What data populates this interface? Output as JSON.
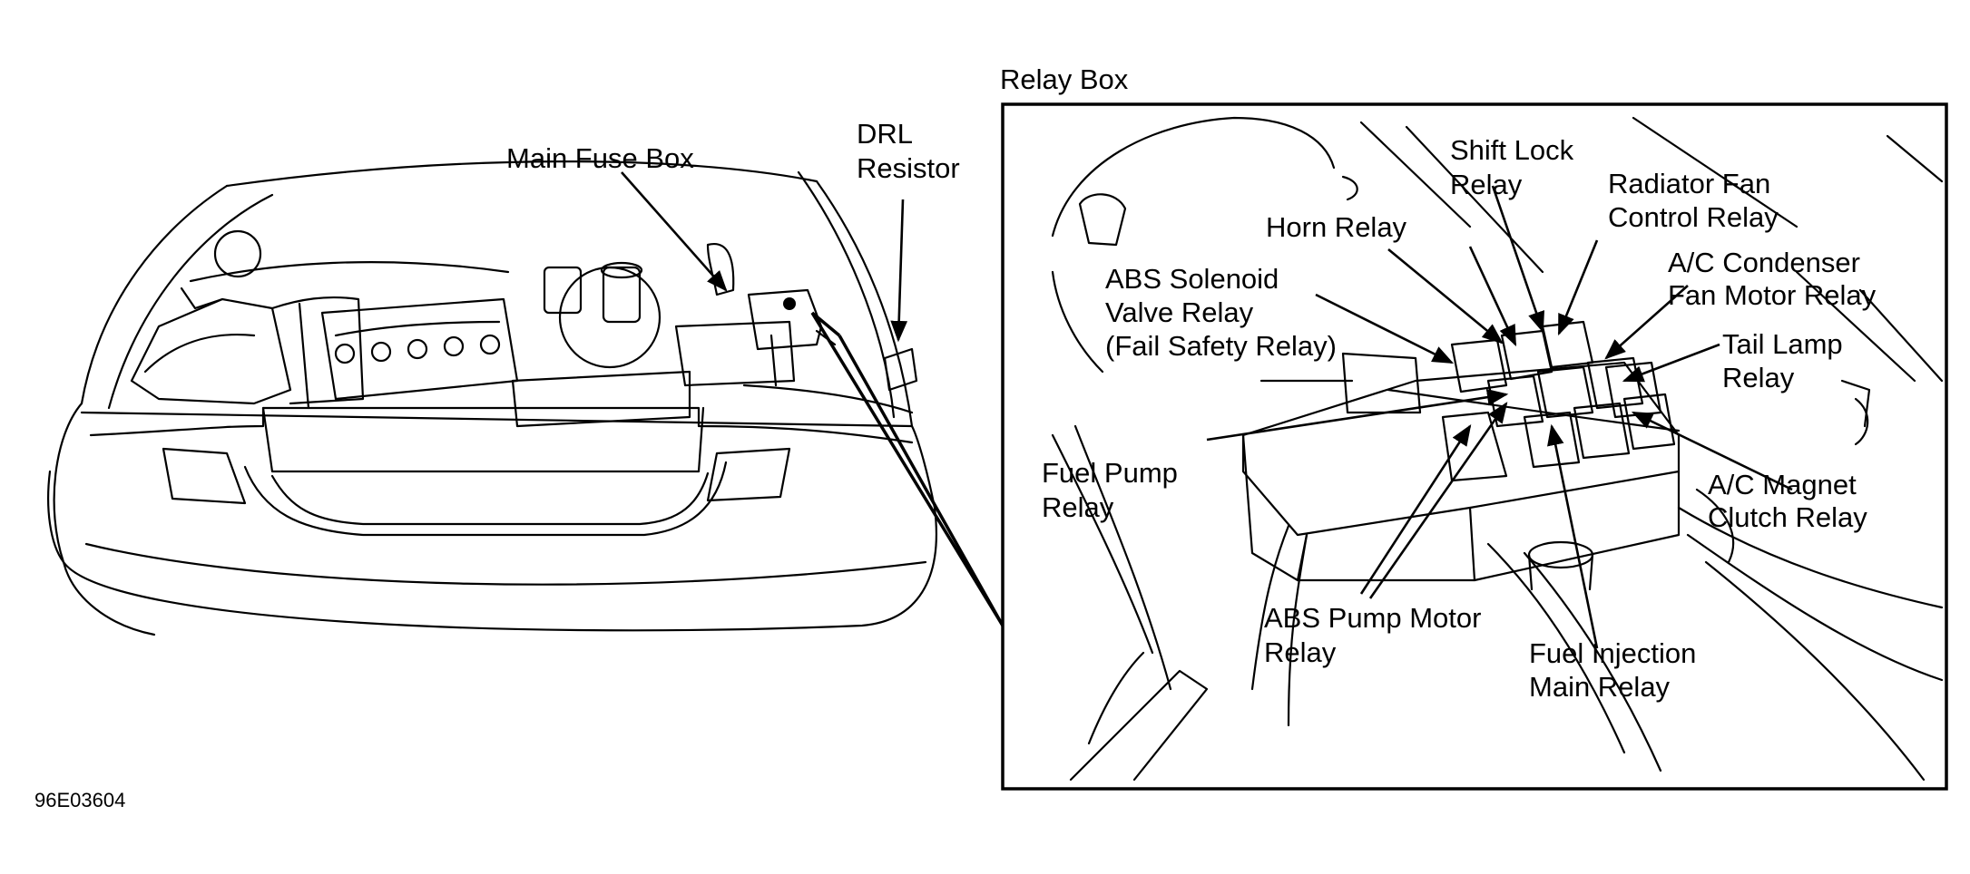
{
  "labels": {
    "main_fuse_box": "Main Fuse Box",
    "drl_line1": "DRL",
    "drl_line2": "Resistor",
    "relay_box_title": "Relay Box",
    "shift_lock_line1": "Shift Lock",
    "shift_lock_line2": "Relay",
    "radiator_fan_line1": "Radiator Fan",
    "radiator_fan_line2": "Control Relay",
    "horn_relay": "Horn Relay",
    "ac_condenser_line1": "A/C Condenser",
    "ac_condenser_line2": "Fan Motor Relay",
    "abs_solenoid_line1": "ABS Solenoid",
    "abs_solenoid_line2": "Valve Relay",
    "abs_solenoid_line3": "(Fail Safety Relay)",
    "tail_lamp_line1": "Tail Lamp",
    "tail_lamp_line2": "Relay",
    "fuel_pump_line1": "Fuel Pump",
    "fuel_pump_line2": "Relay",
    "ac_magnet_line1": "A/C Magnet",
    "ac_magnet_line2": "Clutch Relay",
    "abs_pump_line1": "ABS Pump Motor",
    "abs_pump_line2": "Relay",
    "fuel_injection_line1": "Fuel Injection",
    "fuel_injection_line2": "Main Relay"
  },
  "figure_code": "96E03604"
}
